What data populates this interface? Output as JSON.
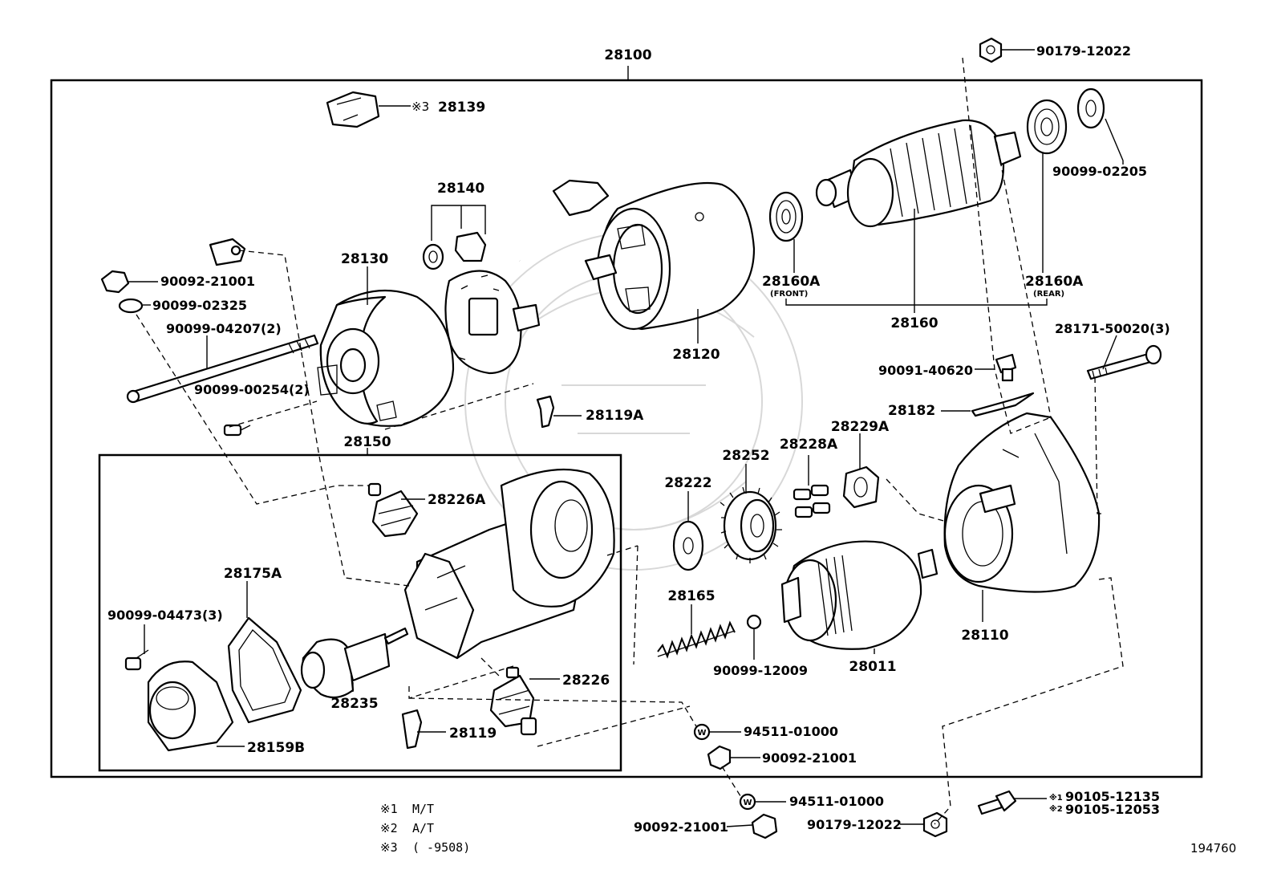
{
  "diagram": {
    "assembly_number": "28100",
    "parts": [
      {
        "id": "p90179a",
        "text": "90179-12022"
      },
      {
        "id": "p28139",
        "text": "28139"
      },
      {
        "id": "p28139mark",
        "text": "※3"
      },
      {
        "id": "p90099_02205",
        "text": "90099-02205"
      },
      {
        "id": "p28140",
        "text": "28140"
      },
      {
        "id": "p28130",
        "text": "28130"
      },
      {
        "id": "p90092a",
        "text": "90092-21001"
      },
      {
        "id": "p90099_02325",
        "text": "90099-02325"
      },
      {
        "id": "p90099_04207",
        "text": "90099-04207(2)"
      },
      {
        "id": "p90099_00254",
        "text": "90099-00254(2)"
      },
      {
        "id": "p28160Af",
        "text": "28160A"
      },
      {
        "id": "p28160Af_sub",
        "text": "(FRONT)"
      },
      {
        "id": "p28160Ar",
        "text": "28160A"
      },
      {
        "id": "p28160Ar_sub",
        "text": "(REAR)"
      },
      {
        "id": "p28160",
        "text": "28160"
      },
      {
        "id": "p28120",
        "text": "28120"
      },
      {
        "id": "p28171",
        "text": "28171-50020(3)"
      },
      {
        "id": "p90091",
        "text": "90091-40620"
      },
      {
        "id": "p28182",
        "text": "28182"
      },
      {
        "id": "p28119A",
        "text": "28119A"
      },
      {
        "id": "p28150",
        "text": "28150"
      },
      {
        "id": "p28229A",
        "text": "28229A"
      },
      {
        "id": "p28228A",
        "text": "28228A"
      },
      {
        "id": "p28252",
        "text": "28252"
      },
      {
        "id": "p28222",
        "text": "28222"
      },
      {
        "id": "p28226A",
        "text": "28226A"
      },
      {
        "id": "p28175A",
        "text": "28175A"
      },
      {
        "id": "p28165",
        "text": "28165"
      },
      {
        "id": "p28110",
        "text": "28110"
      },
      {
        "id": "p90099_04473",
        "text": "90099-04473(3)"
      },
      {
        "id": "p28226",
        "text": "28226"
      },
      {
        "id": "p90099_12009",
        "text": "90099-12009"
      },
      {
        "id": "p28011",
        "text": "28011"
      },
      {
        "id": "p28235",
        "text": "28235"
      },
      {
        "id": "p28119",
        "text": "28119"
      },
      {
        "id": "p28159B",
        "text": "28159B"
      },
      {
        "id": "p94511a",
        "text": "94511-01000"
      },
      {
        "id": "p90092b",
        "text": "90092-21001"
      },
      {
        "id": "p94511b",
        "text": "94511-01000"
      },
      {
        "id": "p90092c",
        "text": "90092-21001"
      },
      {
        "id": "p90179b",
        "text": "90179-12022"
      },
      {
        "id": "p90105a",
        "text": "90105-12135"
      },
      {
        "id": "p90105a_mark",
        "text": "※1"
      },
      {
        "id": "p90105b",
        "text": "90105-12053"
      },
      {
        "id": "p90105b_mark",
        "text": "※2"
      }
    ],
    "notes": [
      {
        "mark": "※1",
        "text": "M/T"
      },
      {
        "mark": "※2",
        "text": "A/T"
      },
      {
        "mark": "※3",
        "text": "(      -9508)"
      }
    ],
    "reference_number": "194760",
    "washer_glyph": "W"
  }
}
